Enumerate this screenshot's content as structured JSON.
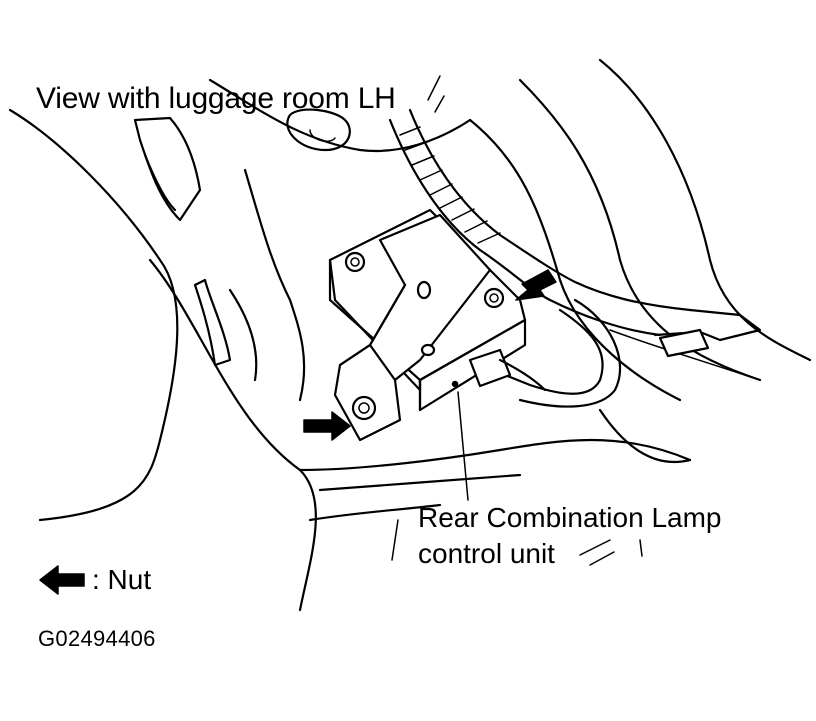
{
  "view_title": "View with luggage room LH",
  "callout": {
    "line1": "Rear Combination Lamp",
    "line2": "control unit"
  },
  "legend": {
    "symbol": "arrow-icon",
    "text": ": Nut"
  },
  "figure_code": "G02494406"
}
